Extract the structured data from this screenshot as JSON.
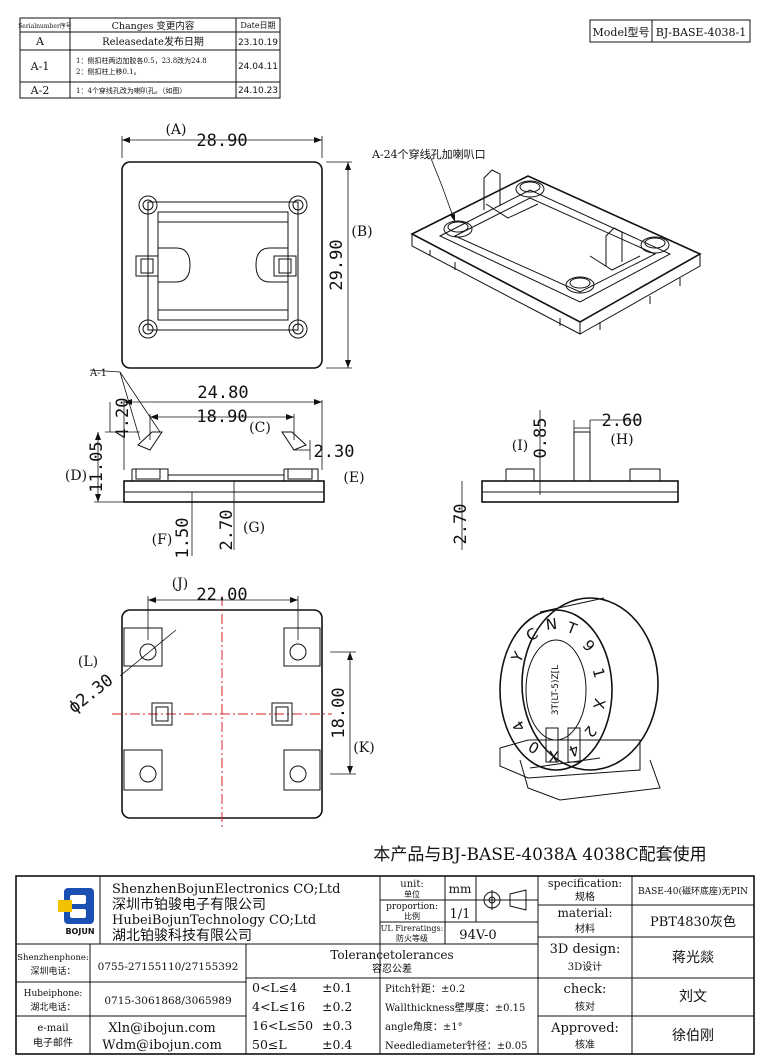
{
  "revision_table": {
    "headers": {
      "serial": "Serialnumber序号",
      "changes": "Changes 变更内容",
      "date": "Date日期"
    },
    "rows": [
      {
        "serial": "A",
        "changes": [
          "Releasedate发布日期"
        ],
        "date": "23.10.19"
      },
      {
        "serial": "A-1",
        "changes": [
          "1：侧扣柱两边加胶各0.5，23.8改为24.8",
          "2：侧扣柱上移0.1。"
        ],
        "date": "24.04.11"
      },
      {
        "serial": "A-2",
        "changes": [
          "1：4个穿线孔改为喇叭孔。（如图）"
        ],
        "date": "24.10.23"
      }
    ]
  },
  "model": {
    "label": "Model型号",
    "value": "BJ-BASE-4038-1"
  },
  "dimensions": {
    "A": "(A)",
    "A_val": "28.90",
    "B": "(B)",
    "B_val": "29.90",
    "top_width": "24.80",
    "side_height": "4.20",
    "C": "(C)",
    "C_val": "18.90",
    "D": "(D)",
    "D_val": "11.05",
    "pin_width": "2.30",
    "E": "(E)",
    "F": "(F)",
    "F_val": "1.50",
    "G": "(G)",
    "G_val": "2.70",
    "I": "(I)",
    "I_val": "0.85",
    "H": "(H)",
    "H_val": "2.60",
    "side2_height": "2.70",
    "J": "(J)",
    "J_val": "22.00",
    "L": "(L)",
    "L_val": "ϕ2.30",
    "K": "(K)",
    "K_val": "18.00"
  },
  "callouts": {
    "A1": "A-1",
    "A24": "A-24个穿线孔加喇叭口"
  },
  "coil_text": {
    "ring": [
      "Y",
      "C",
      "N",
      "T",
      "9",
      "1",
      "X",
      "2",
      "4",
      "X",
      "0",
      "4"
    ],
    "label": "3T(LT-5)Z[L"
  },
  "note": "本产品与BJ-BASE-4038A 4038C配套使用",
  "title_block": {
    "company": {
      "en1": "ShenzhenBojunElectronics CO;Ltd",
      "cn1": "深圳市铂骏电子有限公司",
      "en2": "HubeiBojunTechnology CO;Ltd",
      "cn2": "湖北铂骏科技有限公司",
      "logo_text": "BOJUN"
    },
    "unit": {
      "label_en": "unit:",
      "label_cn": "单位",
      "value": "mm"
    },
    "proportion": {
      "label_en": "proportion:",
      "label_cn": "比例",
      "value": "1/1"
    },
    "fire": {
      "label_en": "UL Fireratings:",
      "label_cn": "防火等级",
      "value": "94V-0"
    },
    "spec": {
      "label_en": "specification:",
      "label_cn": "规格",
      "value": "BASE-40(磁环底座)无PIN"
    },
    "material": {
      "label_en": "material:",
      "label_cn": "材料",
      "value": "PBT4830灰色"
    },
    "design": {
      "label_en": "3D design:",
      "label_cn": "3D设计",
      "value": "蒋光燚"
    },
    "check": {
      "label_en": "check:",
      "label_cn": "核对",
      "value": "刘文"
    },
    "approved": {
      "label_en": "Approved:",
      "label_cn": "核准",
      "value": "徐伯刚"
    },
    "contacts": [
      {
        "label_en": "Shenzhenphone:",
        "label_cn": "深圳电话：",
        "value": "0755-27155110/27155392"
      },
      {
        "label_en": "Hubeiphone:",
        "label_cn": "湖北电话：",
        "value": "0715-3061868/3065989"
      },
      {
        "label_en": "e-mail",
        "label_cn": "电子邮件",
        "value": "Xln@ibojun.com",
        "value2": "Wdm@ibojun.com"
      }
    ],
    "tolerances": {
      "title_en": "Tolerancetolerances",
      "title_cn": "容忍公差",
      "ranges": [
        {
          "range": "0<L≤4",
          "tol": "±0.1"
        },
        {
          "range": "4<L≤16",
          "tol": "±0.2"
        },
        {
          "range": "16<L≤50",
          "tol": "±0.3"
        },
        {
          "range": "50≤L",
          "tol": "±0.4"
        }
      ],
      "specs": [
        "Pitch针距：±0.2",
        "Wallthickness壁厚度：±0.15",
        "angle角度：±1°",
        "Needlediameter针径：±0.05"
      ]
    }
  },
  "colors": {
    "line": "#111111",
    "center_line": "#d62020",
    "logo_blue": "#1a4fb3",
    "logo_yellow": "#f2c200"
  }
}
